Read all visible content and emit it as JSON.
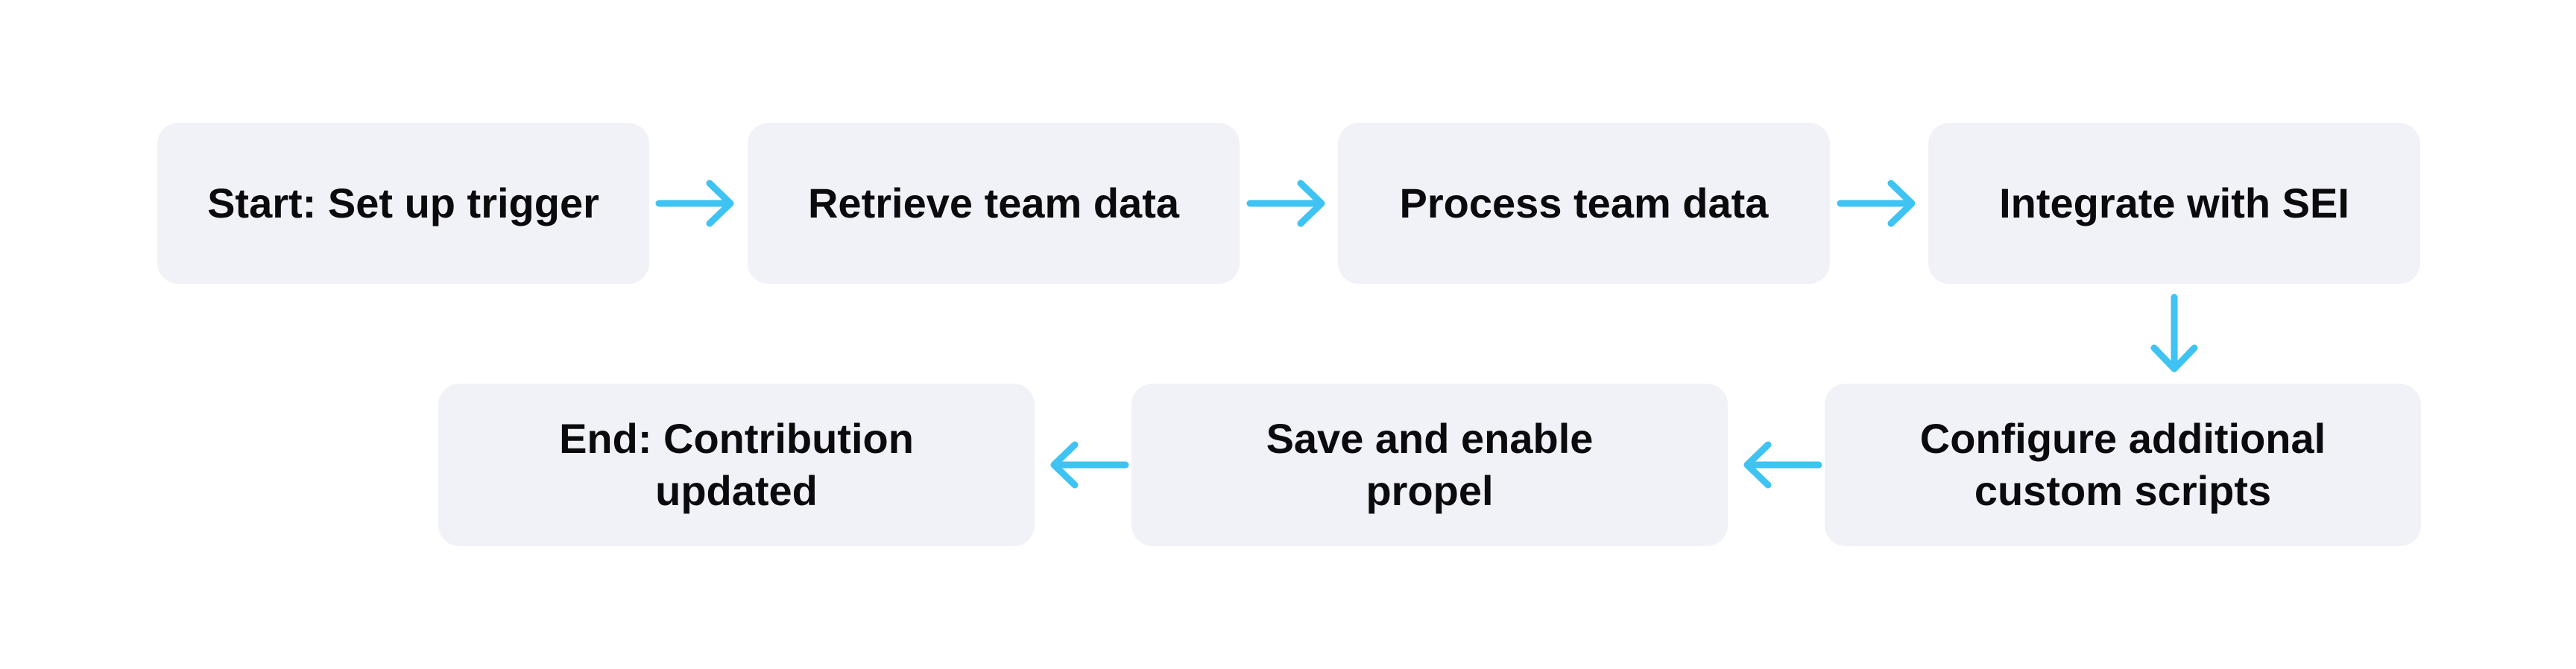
{
  "diagram": {
    "type": "flowchart",
    "background": "#ffffff",
    "colors": {
      "node_fill": "#f1f2f7",
      "node_text": "#0b0b0e",
      "arrow": "#3ec3f2"
    },
    "nodes": [
      {
        "id": "start",
        "label": "Start: Set up trigger",
        "lines": [
          "Start: Set up trigger"
        ]
      },
      {
        "id": "retrieve",
        "label": "Retrieve team data",
        "lines": [
          "Retrieve team data"
        ]
      },
      {
        "id": "process",
        "label": "Process team data",
        "lines": [
          "Process team data"
        ]
      },
      {
        "id": "integrate",
        "label": "Integrate with SEI",
        "lines": [
          "Integrate with SEI"
        ]
      },
      {
        "id": "configure",
        "label": "Configure additional custom scripts",
        "lines": [
          "Configure additional",
          "custom scripts"
        ]
      },
      {
        "id": "save",
        "label": "Save and enable propel",
        "lines": [
          "Save and enable",
          "propel"
        ]
      },
      {
        "id": "end",
        "label": "End: Contribution updated",
        "lines": [
          "End: Contribution",
          "updated"
        ]
      }
    ],
    "edges": [
      {
        "from": "start",
        "to": "retrieve",
        "direction": "right"
      },
      {
        "from": "retrieve",
        "to": "process",
        "direction": "right"
      },
      {
        "from": "process",
        "to": "integrate",
        "direction": "right"
      },
      {
        "from": "integrate",
        "to": "configure",
        "direction": "down"
      },
      {
        "from": "configure",
        "to": "save",
        "direction": "left"
      },
      {
        "from": "save",
        "to": "end",
        "direction": "left"
      }
    ]
  }
}
